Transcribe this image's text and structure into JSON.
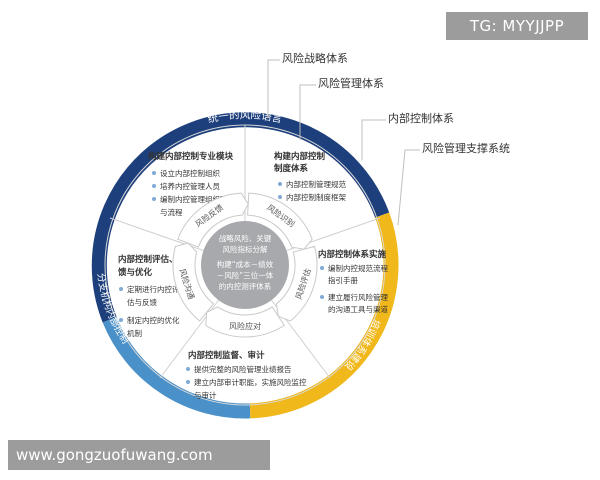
{
  "ring": {
    "top_label": "统一的风险语言",
    "left_label": "分支机构内部控制",
    "right_label": "培训体系建设",
    "colors": {
      "navy": "#1d3f7c",
      "blue": "#4a90c9",
      "gold": "#f0b81a"
    }
  },
  "callouts": [
    "风险战略体系",
    "风险管理体系",
    "内部控制体系",
    "风险管理支撑系统"
  ],
  "sectors": {
    "top_left": {
      "title": "构建内部控制专业模块",
      "items": [
        "设立内部控制组织",
        "培养内控管理人员",
        "编制内控管理组织职责与流程"
      ]
    },
    "top_right": {
      "title": "构建内部控制制度体系",
      "items": [
        "内部控制管理规范",
        "内部控制制度框架"
      ]
    },
    "left": {
      "title": "内部控制评估、反馈与优化",
      "items": [
        "定期进行内控评估与反馈",
        "制定内控的优化机制"
      ]
    },
    "right": {
      "title": "内部控制体系实施",
      "items": [
        "编制内控规范流程指引手册",
        "建立履行风险管理的沟通工具与渠道"
      ]
    },
    "bottom": {
      "title": "内部控制监督、审计",
      "items": [
        "提供完整的风险管理业绩报告",
        "建立内部审计职能，实施风险监控与审计"
      ]
    }
  },
  "cycle": [
    "风险识别",
    "风险评估",
    "风险应对",
    "风险沟通",
    "风险反馈"
  ],
  "center": {
    "line1": "战略风险、关键风险指标分解",
    "line2": "构建“成本－绩效－风险”三位一体的内控测评体系"
  },
  "watermarks": {
    "top": "TG: MYYJJPP",
    "bottom": "www.gongzuofuwang.com"
  }
}
